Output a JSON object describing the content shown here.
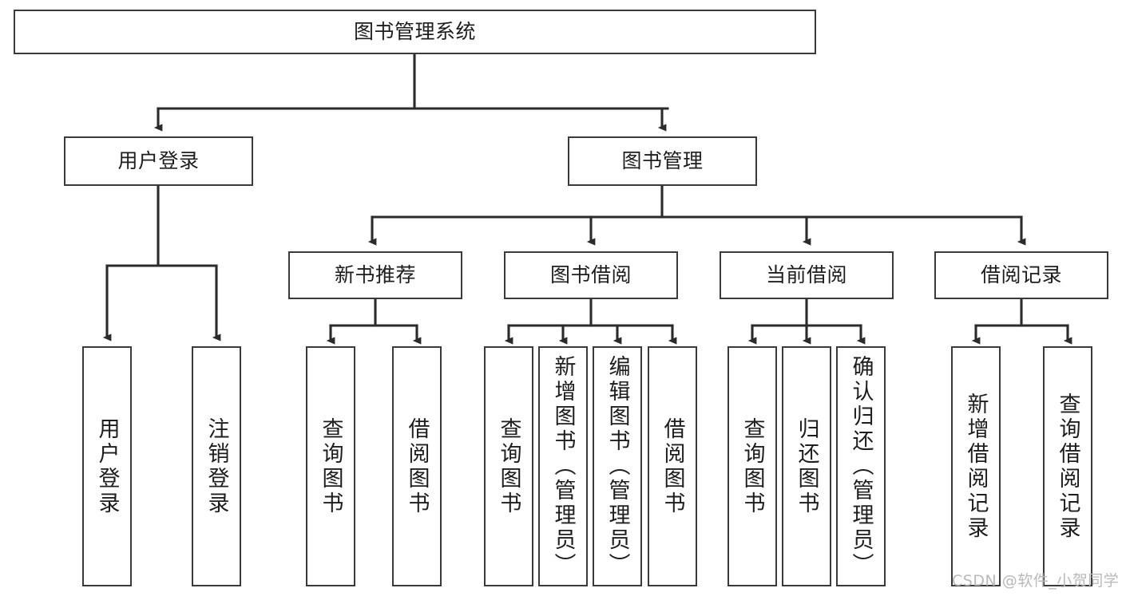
{
  "diagram": {
    "type": "tree-hierarchy-chart",
    "title": "图书管理系统",
    "watermark": "CSDN @软件_小贺同学",
    "style": {
      "box_border_color": "#3a3a3a",
      "box_fill": "#ffffff",
      "connector_color": "#2b2b2b",
      "text_color": "#1d1d1d",
      "watermark_color": "#b9b9b9",
      "background": "#ffffff"
    },
    "levels": [
      {
        "level": 1,
        "nodes": [
          {
            "id": "root",
            "label": "图书管理系统",
            "orientation": "horizontal"
          }
        ]
      },
      {
        "level": 2,
        "nodes": [
          {
            "id": "user-login",
            "label": "用户登录",
            "orientation": "horizontal",
            "parent": "root"
          },
          {
            "id": "book-manage",
            "label": "图书管理",
            "orientation": "horizontal",
            "parent": "root"
          }
        ]
      },
      {
        "level": 3,
        "nodes": [
          {
            "id": "new-book-rec",
            "label": "新书推荐",
            "orientation": "horizontal",
            "parent": "book-manage"
          },
          {
            "id": "book-borrow",
            "label": "图书借阅",
            "orientation": "horizontal",
            "parent": "book-manage"
          },
          {
            "id": "current-borrow",
            "label": "当前借阅",
            "orientation": "horizontal",
            "parent": "book-manage"
          },
          {
            "id": "borrow-record",
            "label": "借阅记录",
            "orientation": "horizontal",
            "parent": "book-manage"
          }
        ]
      },
      {
        "level": 4,
        "nodes": [
          {
            "id": "leaf-user-login",
            "label": "用户登录",
            "orientation": "vertical",
            "parent": "user-login"
          },
          {
            "id": "leaf-user-logout",
            "label": "注销登录",
            "orientation": "vertical",
            "parent": "user-login"
          },
          {
            "id": "leaf-rec-query",
            "label": "查询图书",
            "orientation": "vertical",
            "parent": "new-book-rec"
          },
          {
            "id": "leaf-rec-borrow",
            "label": "借阅图书",
            "orientation": "vertical",
            "parent": "new-book-rec"
          },
          {
            "id": "leaf-borrow-query",
            "label": "查询图书",
            "orientation": "vertical",
            "parent": "book-borrow"
          },
          {
            "id": "leaf-borrow-add",
            "label": "新增图书（管理员）",
            "orientation": "vertical",
            "parent": "book-borrow"
          },
          {
            "id": "leaf-borrow-edit",
            "label": "编辑图书（管理员）",
            "orientation": "vertical",
            "parent": "book-borrow"
          },
          {
            "id": "leaf-borrow-borrow",
            "label": "借阅图书",
            "orientation": "vertical",
            "parent": "book-borrow"
          },
          {
            "id": "leaf-cur-query",
            "label": "查询图书",
            "orientation": "vertical",
            "parent": "current-borrow"
          },
          {
            "id": "leaf-cur-return",
            "label": "归还图书",
            "orientation": "vertical",
            "parent": "current-borrow"
          },
          {
            "id": "leaf-cur-confirm",
            "label": "确认归还（管理员）",
            "orientation": "vertical",
            "parent": "current-borrow"
          },
          {
            "id": "leaf-rec-add",
            "label": "新增借阅记录",
            "orientation": "vertical",
            "parent": "borrow-record"
          },
          {
            "id": "leaf-rec-search",
            "label": "查询借阅记录",
            "orientation": "vertical",
            "parent": "borrow-record"
          }
        ]
      }
    ]
  }
}
